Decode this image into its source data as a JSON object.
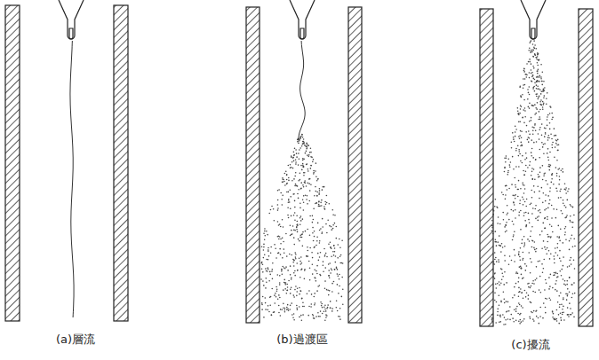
{
  "diagram": {
    "labels": [
      "(a)層流",
      "(b)過渡區",
      "(c)擾流"
    ]
  }
}
